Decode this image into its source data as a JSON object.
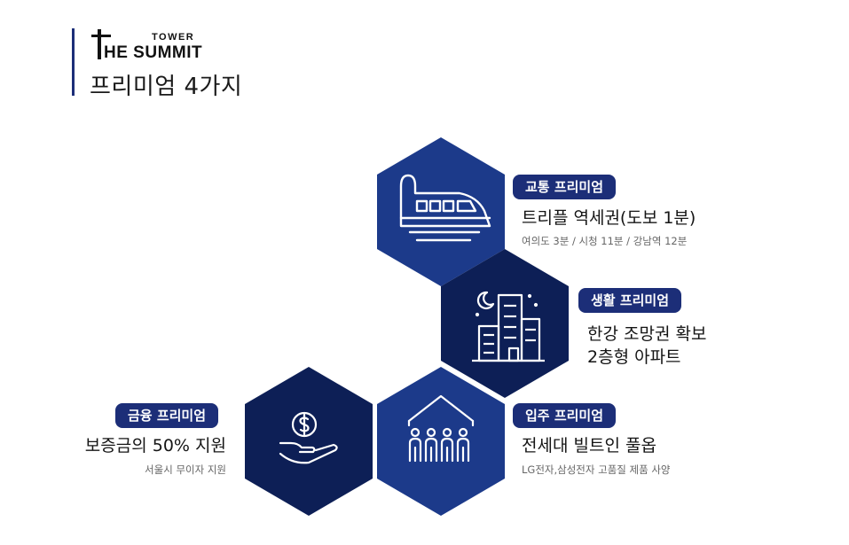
{
  "header": {
    "logo_top": "TOWER",
    "logo_main": "HE SUMMIT",
    "title": "프리미엄 4가지"
  },
  "colors": {
    "navy": "#0d1f56",
    "royal": "#1c3a8a",
    "badge": "#1c2e78"
  },
  "premiums": [
    {
      "badge": "교통 프리미엄",
      "main": "트리플 역세권(도보 1분)",
      "sub": "여의도 3분 / 시청 11분 / 강남역 12분",
      "icon": "train-icon"
    },
    {
      "badge": "생활 프리미엄",
      "main": "한강 조망권 확보",
      "main2": "2층형 아파트",
      "icon": "city-night-icon"
    },
    {
      "badge": "금융 프리미엄",
      "main": "보증금의 50% 지원",
      "sub": "서울시 무이자 지원",
      "icon": "money-hand-icon"
    },
    {
      "badge": "입주 프리미엄",
      "main": "전세대 빌트인 풀옵",
      "sub": "LG전자,삼성전자 고품질 제품 사양",
      "icon": "people-house-icon"
    }
  ]
}
